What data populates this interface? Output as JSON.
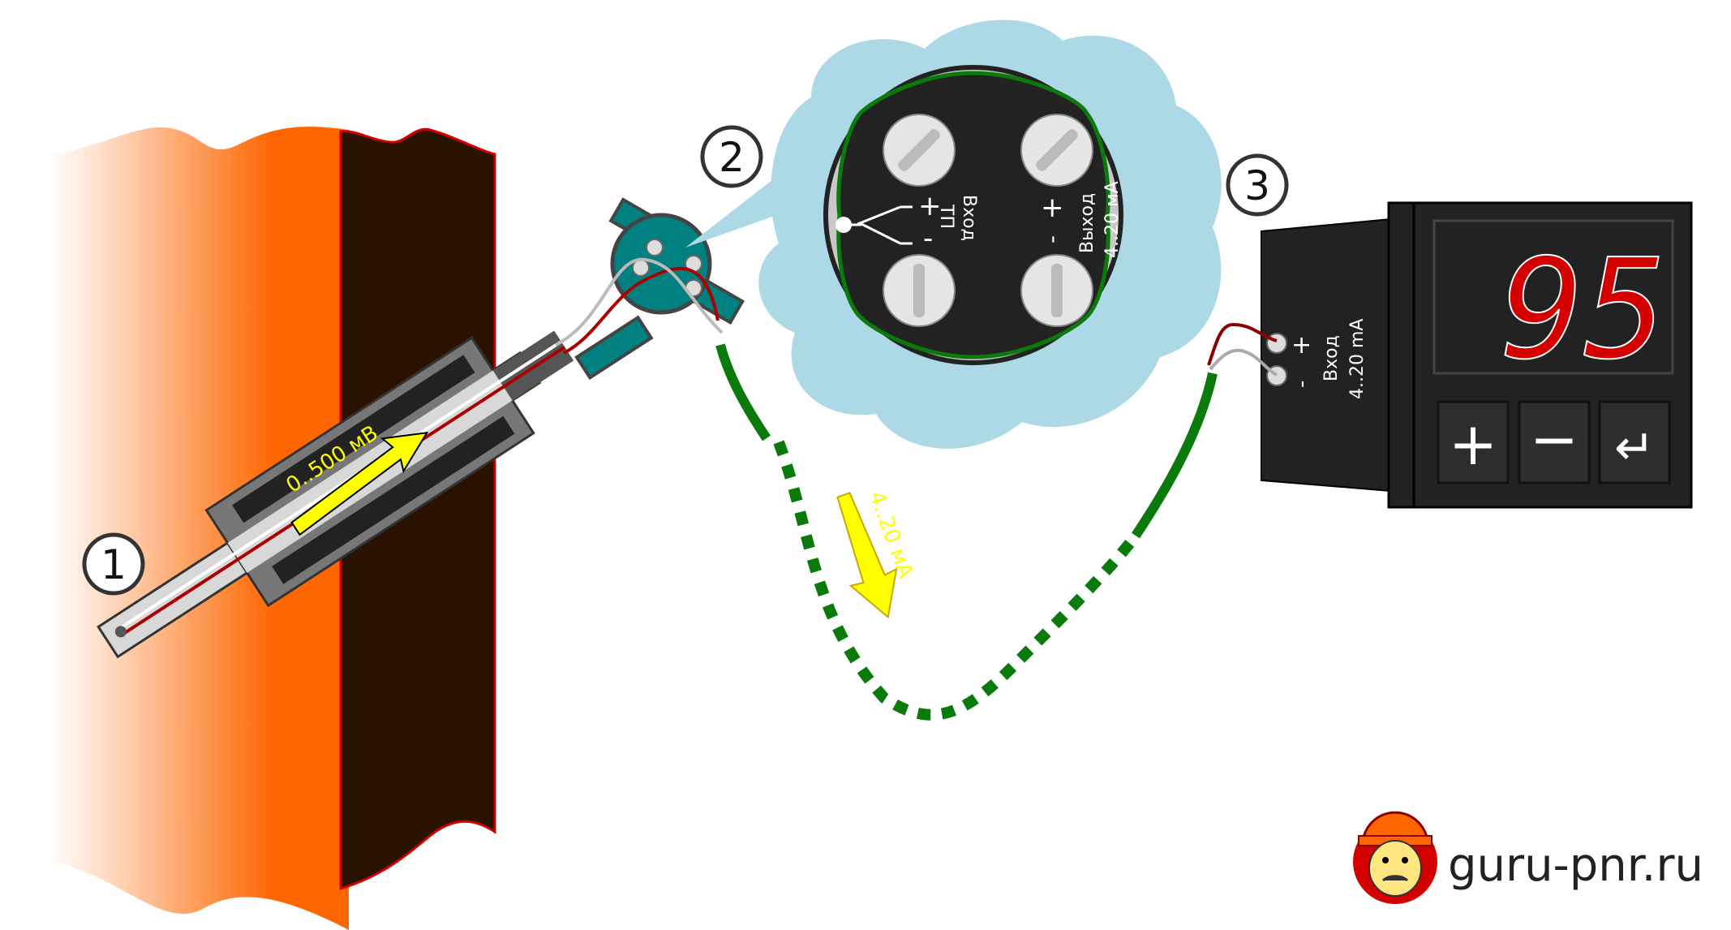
{
  "markers": [
    {
      "id": "1"
    },
    {
      "id": "2"
    },
    {
      "id": "3"
    }
  ],
  "signals": {
    "thermocouple": "0..500 мВ",
    "loop": "4..20 мА"
  },
  "transmitter": {
    "input_plus": "+",
    "input_minus": "-",
    "input_label": "Вход",
    "input_sub": "ТП",
    "output_plus": "+",
    "output_minus": "-",
    "output_label": "Выход",
    "output_sub": "4..20 мА"
  },
  "indicator": {
    "display_value": "95",
    "terminal_plus": "+",
    "terminal_minus": "-",
    "input_label": "Вход",
    "input_sub": "4..20 mA",
    "buttons": [
      "+",
      "−",
      "↵"
    ]
  },
  "brand": {
    "site": "guru-pnr.ru"
  },
  "colors": {
    "pipe_orange": "#ff6600",
    "pipe_dark": "#2b1100",
    "cable_green": "#0a7a0a",
    "head_teal": "#008080",
    "display_red": "#d40000",
    "arrow_yellow": "#ffff00",
    "bubble_blue": "#add8e6"
  }
}
